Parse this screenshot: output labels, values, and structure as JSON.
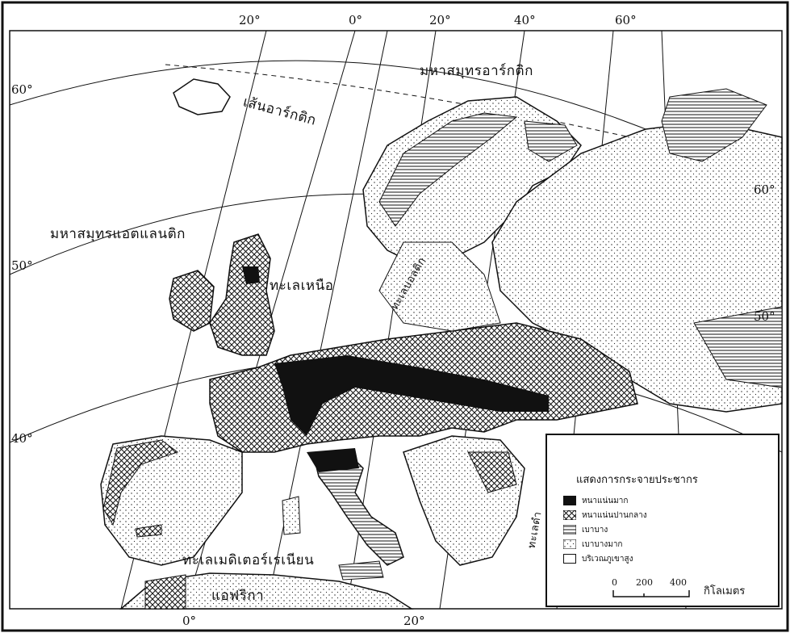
{
  "map": {
    "top_longitudes": [
      "20°",
      "0°",
      "20°",
      "40°",
      "60°"
    ],
    "bottom_longitudes": [
      "0°",
      "20°"
    ],
    "left_latitudes": [
      "60°",
      "50°",
      "40°"
    ],
    "right_latitudes": [
      "60°",
      "50°"
    ],
    "labels": {
      "arctic_ocean": "มหาสมุทรอาร์กติก",
      "arctic_circle": "เส้นอาร์กติก",
      "atlantic_ocean": "มหาสมุทรแอตแลนติก",
      "north_sea": "ทะเลเหนือ",
      "baltic_sea": "ทะเลบอลติก",
      "mediterranean_sea": "ทะเลเมดิเตอร์เรเนียน",
      "africa": "แอฟริกา",
      "black_sea": "ทะเลดำ"
    }
  },
  "legend": {
    "title": "แสดงการกระจายประชากร",
    "items": [
      {
        "label": "หนาแน่นมาก",
        "pattern": "solid"
      },
      {
        "label": "หนาแน่นปานกลาง",
        "pattern": "crosshatch"
      },
      {
        "label": "เบาบาง",
        "pattern": "horizontal-lines"
      },
      {
        "label": "เบาบางมาก",
        "pattern": "dots"
      },
      {
        "label": "บริเวณภูเขาสูง",
        "pattern": "blank"
      }
    ],
    "scale": {
      "ticks": [
        "0",
        "200",
        "400"
      ],
      "unit": "กิโลเมตร"
    }
  }
}
